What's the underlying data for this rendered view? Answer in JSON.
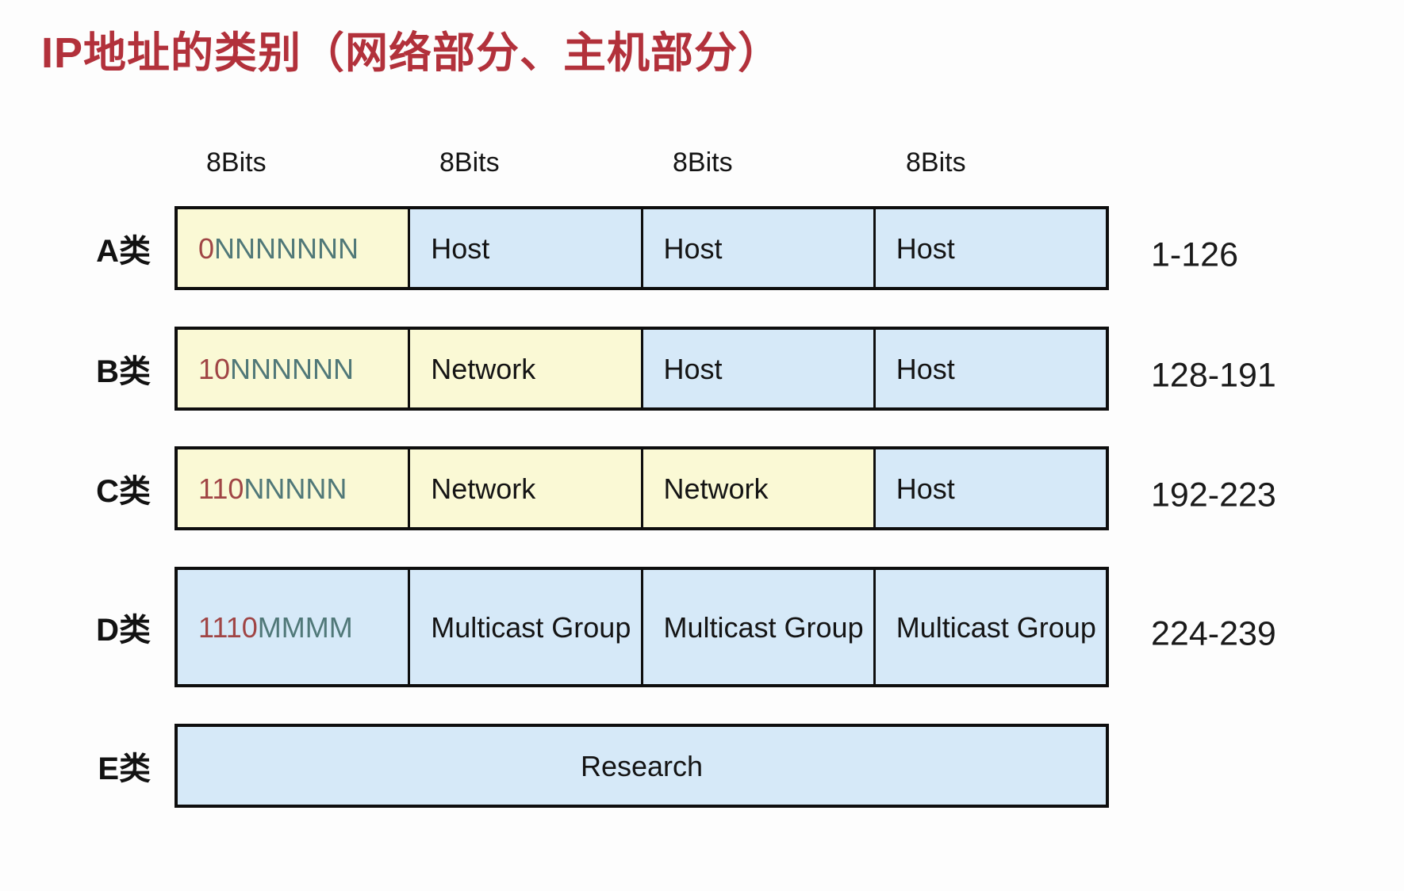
{
  "title": "IP地址的类别（网络部分、主机部分）",
  "column_headers": [
    "8Bits",
    "8Bits",
    "8Bits",
    "8Bits"
  ],
  "colors": {
    "title_red": "#B2313B",
    "cell_yellow": "#FAF9D5",
    "cell_blue": "#D6E9F8",
    "bit_prefix_red": "#A04545",
    "bit_suffix_teal": "#507878",
    "border_black": "#0E0E0E"
  },
  "rows": [
    {
      "label": "A类",
      "range": "1-126",
      "cells": [
        {
          "kind": "bits",
          "prefix": "0",
          "suffix": "NNNNNNN",
          "bg": "yellow"
        },
        {
          "kind": "text",
          "text": "Host",
          "bg": "blue"
        },
        {
          "kind": "text",
          "text": "Host",
          "bg": "blue"
        },
        {
          "kind": "text",
          "text": "Host",
          "bg": "blue"
        }
      ]
    },
    {
      "label": "B类",
      "range": "128-191",
      "cells": [
        {
          "kind": "bits",
          "prefix": "10",
          "suffix": "NNNNNN",
          "bg": "yellow"
        },
        {
          "kind": "text",
          "text": "Network",
          "bg": "yellow"
        },
        {
          "kind": "text",
          "text": "Host",
          "bg": "blue"
        },
        {
          "kind": "text",
          "text": "Host",
          "bg": "blue"
        }
      ]
    },
    {
      "label": "C类",
      "range": "192-223",
      "cells": [
        {
          "kind": "bits",
          "prefix": "110",
          "suffix": "NNNNN",
          "bg": "yellow"
        },
        {
          "kind": "text",
          "text": "Network",
          "bg": "yellow"
        },
        {
          "kind": "text",
          "text": "Network",
          "bg": "yellow"
        },
        {
          "kind": "text",
          "text": "Host",
          "bg": "blue"
        }
      ]
    },
    {
      "label": "D类",
      "range": "224-239",
      "cells": [
        {
          "kind": "bits",
          "prefix": "1110",
          "suffix": "MMMM",
          "bg": "blue"
        },
        {
          "kind": "text",
          "text": "Multicast Group",
          "bg": "blue"
        },
        {
          "kind": "text",
          "text": "Multicast Group",
          "bg": "blue"
        },
        {
          "kind": "text",
          "text": "Multicast Group",
          "bg": "blue"
        }
      ]
    },
    {
      "label": "E类",
      "range": "",
      "cells": [
        {
          "kind": "text",
          "text": "Research",
          "bg": "blue",
          "span": 4,
          "align": "center"
        }
      ]
    }
  ]
}
